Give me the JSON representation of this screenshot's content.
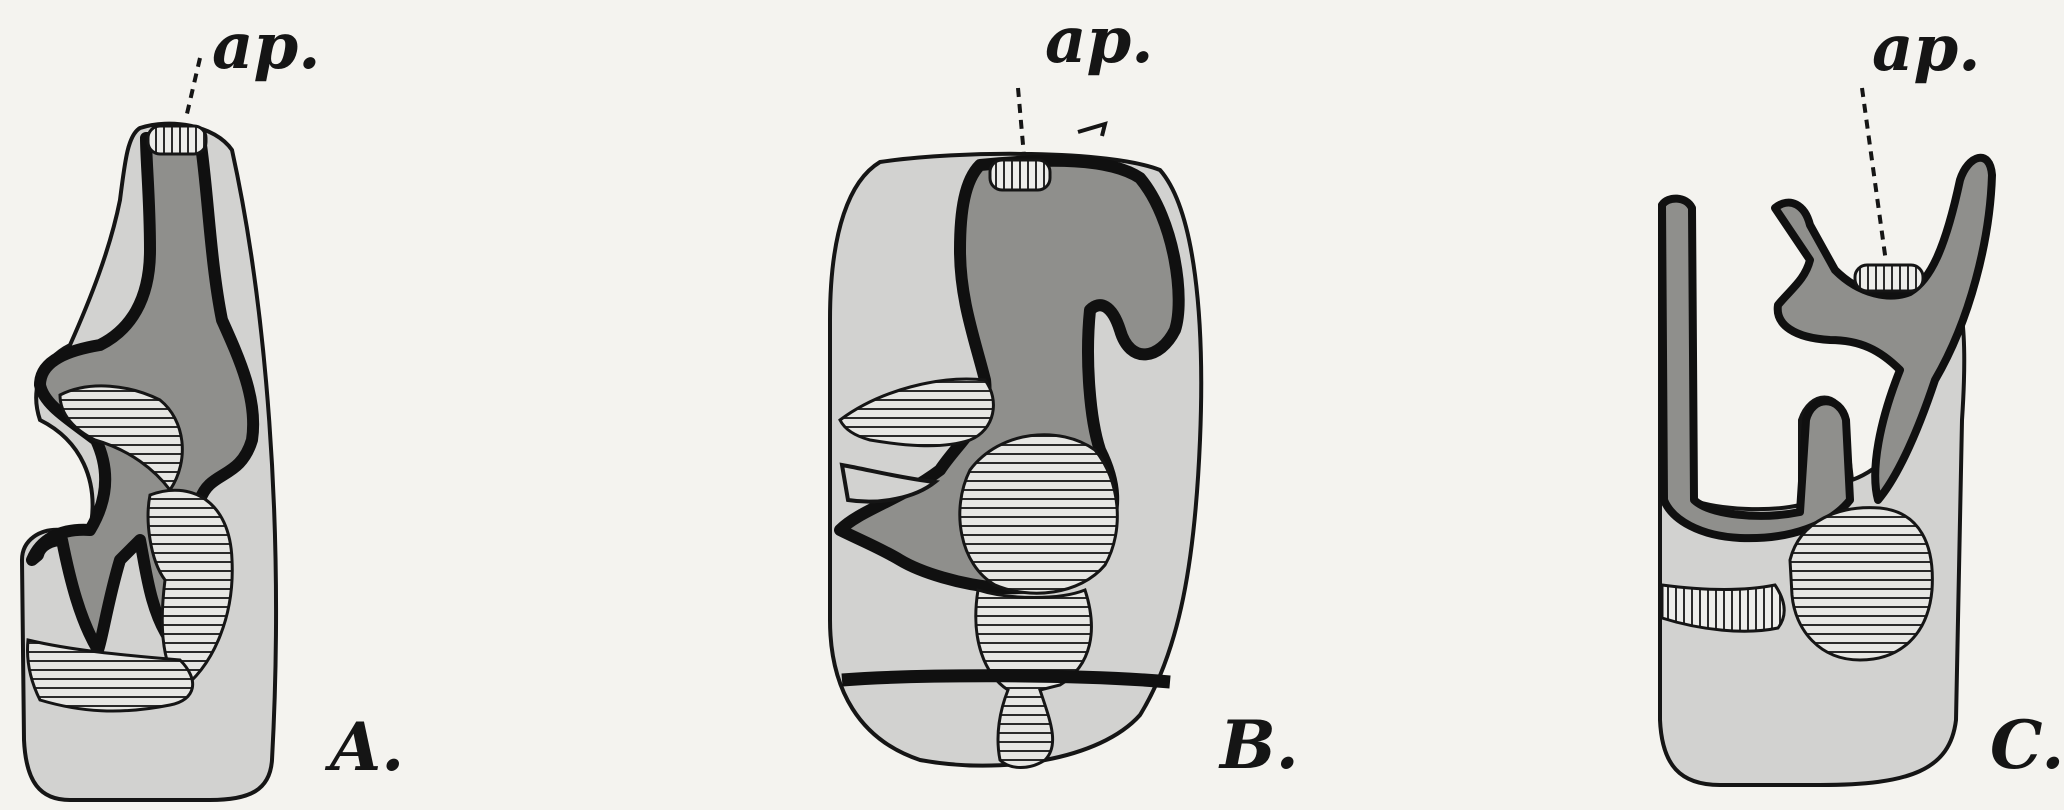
{
  "figures": [
    {
      "id": "A",
      "letter": "A.",
      "pointer": "ap."
    },
    {
      "id": "B",
      "letter": "B.",
      "pointer": "ap."
    },
    {
      "id": "C",
      "letter": "C.",
      "pointer": "ap."
    }
  ],
  "colors": {
    "background": "#f4f3ef",
    "shell": "#d2d2d0",
    "dark_tissue": "#8f8f8c",
    "outline": "#101010"
  }
}
